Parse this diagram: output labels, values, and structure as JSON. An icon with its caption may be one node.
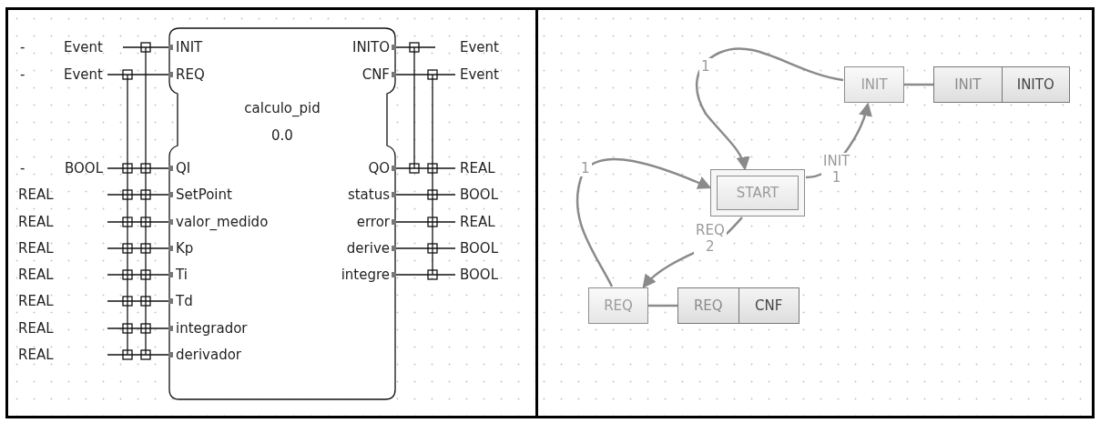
{
  "diagram": {
    "nodes": [
      {
        "text": [
          "calculo_pid",
          "0.0"
        ]
      },
      {
        "text": [
          "INIT"
        ]
      },
      {
        "text": [
          "INIT",
          "INITO"
        ]
      },
      {
        "text": [
          "START"
        ]
      },
      {
        "text": [
          "REQ"
        ]
      },
      {
        "text": [
          "REQ",
          "CNF"
        ]
      }
    ],
    "edges": [
      {
        "from": 1,
        "to": 2,
        "arrow": "none"
      },
      {
        "from": 1,
        "to": 3,
        "arrow": "to",
        "label": "1"
      },
      {
        "from": 3,
        "to": 1,
        "arrow": "to",
        "label": "INIT 1"
      },
      {
        "from": 4,
        "to": 5,
        "arrow": "none"
      },
      {
        "from": 4,
        "to": 3,
        "arrow": "to",
        "label": "1"
      },
      {
        "from": 3,
        "to": 4,
        "arrow": "to",
        "label": "REQ 2"
      }
    ],
    "labels": [
      "-",
      "Event",
      "INIT",
      "INITO",
      "Event",
      "-",
      "Event",
      "REQ",
      "CNF",
      "Event",
      "-",
      "BOOL",
      "QI",
      "QO",
      "REAL",
      "REAL",
      "SetPoint",
      "status",
      "BOOL",
      "REAL",
      "valor_medido",
      "error",
      "REAL",
      "REAL",
      "Kp",
      "derive",
      "BOOL",
      "REAL",
      "Ti",
      "integre",
      "BOOL",
      "REAL",
      "Td",
      "REAL",
      "integrador",
      "REAL",
      "derivador"
    ]
  }
}
